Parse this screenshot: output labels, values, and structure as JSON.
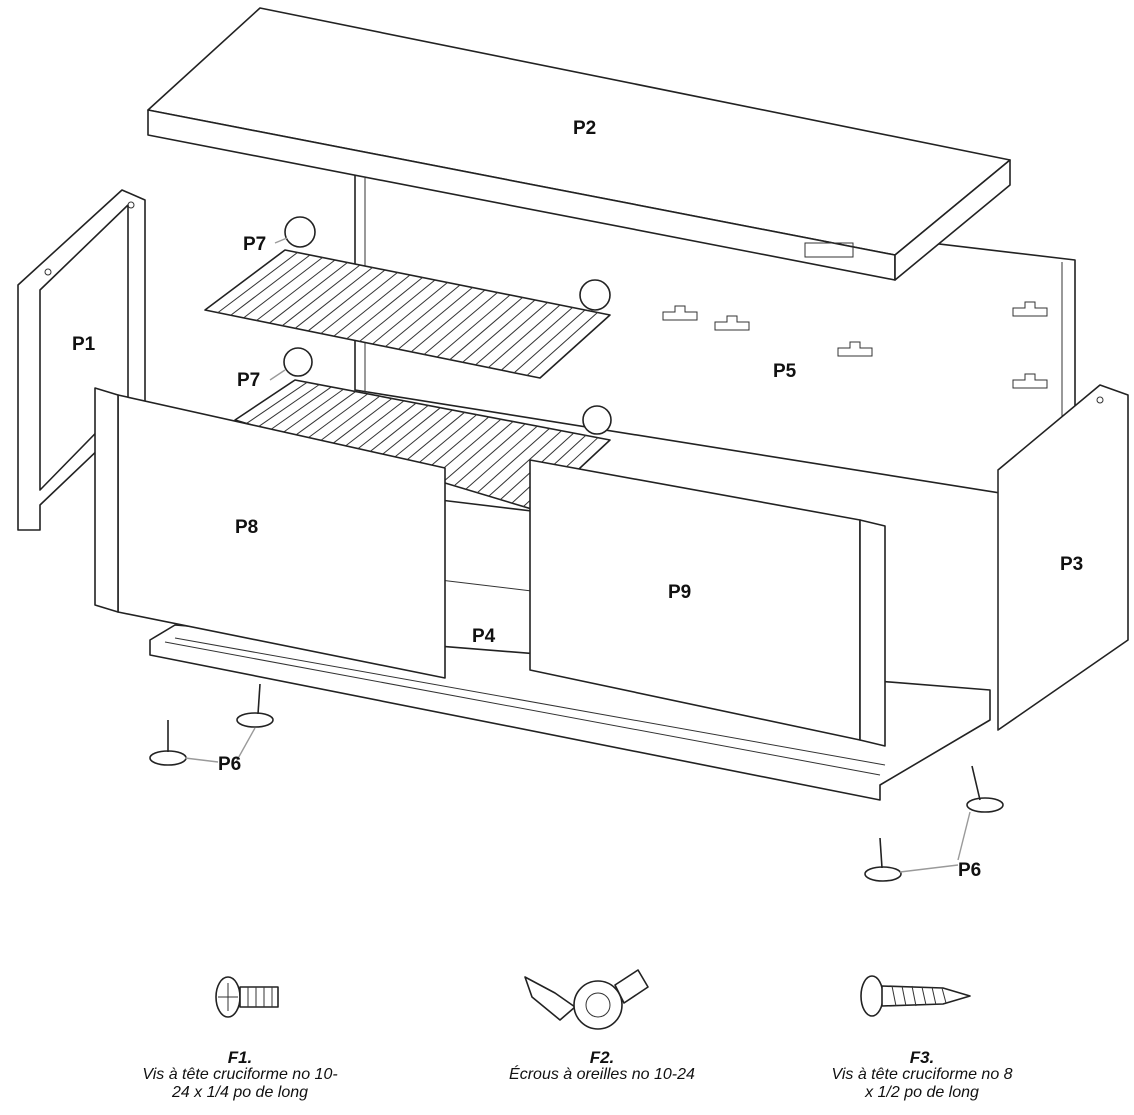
{
  "labels": {
    "p1": "P1",
    "p2": "P2",
    "p3": "P3",
    "p4": "P4",
    "p5": "P5",
    "p6_left": "P6",
    "p6_right": "P6",
    "p7_top": "P7",
    "p7_bottom": "P7",
    "p8": "P8",
    "p9": "P9"
  },
  "hardware": [
    {
      "id": "F1.",
      "line1": "Vis à tête cruciforme no 10-",
      "line2": "24 x 1/4 po de long",
      "icon": "phillips-machine-screw-icon"
    },
    {
      "id": "F2.",
      "line1": "Écrous à oreilles no 10-24",
      "line2": "",
      "icon": "wing-nut-icon"
    },
    {
      "id": "F3.",
      "line1": "Vis à tête cruciforme no 8",
      "line2": "x 1/2 po de long",
      "icon": "phillips-self-tapping-screw-icon"
    }
  ],
  "colors": {
    "line": "#222222",
    "leader": "#9a9a9a",
    "background": "#ffffff"
  }
}
